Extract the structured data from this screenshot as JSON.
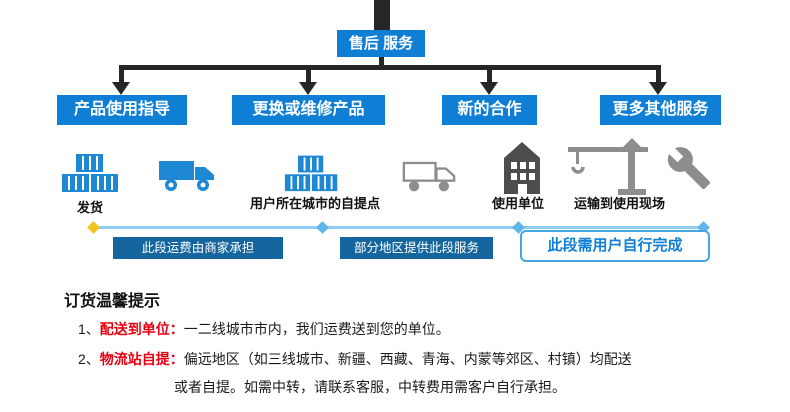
{
  "root": {
    "label": "售后 服务"
  },
  "branches": [
    {
      "label": "产品使用指导"
    },
    {
      "label": "更换或维修产品"
    },
    {
      "label": "新的合作"
    },
    {
      "label": "更多其他服务"
    }
  ],
  "icons": [
    "cargo-boxes-icon",
    "truck-icon",
    "cargo-boxes-icon",
    "truck-outline-icon",
    "building-icon",
    "crane-icon",
    "wrench-icon"
  ],
  "stations": [
    {
      "label": "发货"
    },
    {
      "label": "用户所在城市的自提点"
    },
    {
      "label": "使用单位"
    },
    {
      "label": "运输到使用现场"
    }
  ],
  "timeline_segments": [
    {
      "label": "此段运费由商家承担",
      "style": "solid"
    },
    {
      "label": "部分地区提供此段服务",
      "style": "solid"
    },
    {
      "label": "此段需用户自行完成",
      "style": "outline"
    }
  ],
  "tips": {
    "title": "订货温馨提示",
    "items": [
      {
        "num": "1、",
        "highlight": "配送到单位：",
        "text": "一二线城市市内，我们运费送到您的单位。"
      },
      {
        "num": "2、",
        "highlight": "物流站自提：",
        "text": "偏远地区（如三线城市、新疆、西藏、青海、内蒙等郊区、村镇）均配送",
        "text2": "或者自提。如需中转，请联系客服，中转费用需客户自行承担。"
      }
    ]
  },
  "colors": {
    "primary_blue": "#0f7fd6",
    "dark_blue_segment": "#15669e",
    "timeline_blue": "#8fcdf2",
    "outline_blue": "#45a5e2",
    "icon_blue": "#1e88d4",
    "icon_gray": "#8d8d8d",
    "building_gray": "#4d4d4d",
    "connector_dark": "#262626",
    "highlight_red": "#e60012",
    "marker_yellow": "#f2c41d"
  }
}
